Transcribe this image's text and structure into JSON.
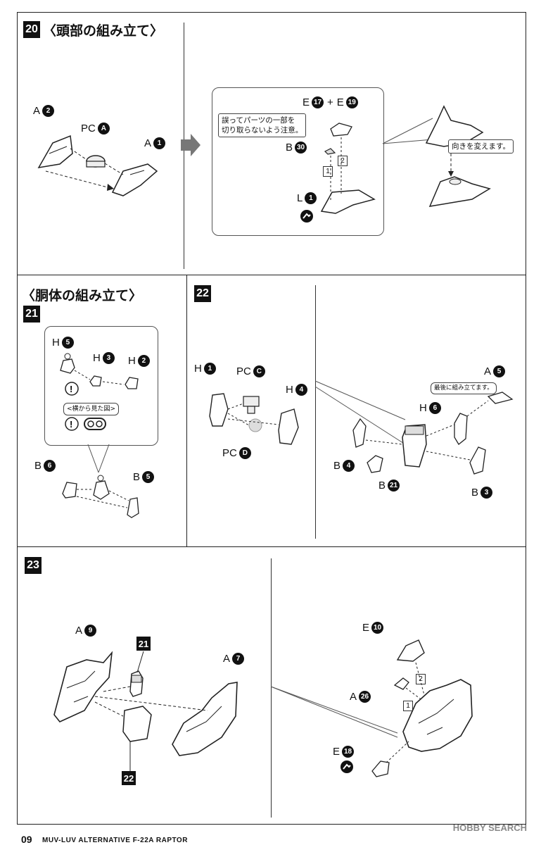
{
  "step20": {
    "number": "20",
    "title": "〈頭部の組み立て〉",
    "labels": {
      "a2_letter": "A",
      "a2_num": "2",
      "pca_letter": "PC",
      "pca_num": "A",
      "a1_letter": "A",
      "a1_num": "1",
      "e17_letter": "E",
      "e17_num": "17",
      "plus": "+",
      "e19_letter": "E",
      "e19_num": "19",
      "b30_letter": "B",
      "b30_num": "30",
      "l1_letter": "L",
      "l1_num": "1"
    },
    "note_careful": "誤ってパーツの一部を\n切り取らないよう注意。",
    "note_turn": "向きを変えます。",
    "seq": [
      "1",
      "2"
    ]
  },
  "torso_heading": "〈胴体の組み立て〉",
  "step21": {
    "number": "21",
    "labels": {
      "h5_letter": "H",
      "h5_num": "5",
      "h3_letter": "H",
      "h3_num": "3",
      "h2_letter": "H",
      "h2_num": "2",
      "b6_letter": "B",
      "b6_num": "6",
      "b5_letter": "B",
      "b5_num": "5"
    },
    "side_view": "<横から見た図>"
  },
  "step22": {
    "number": "22",
    "labels": {
      "h1_letter": "H",
      "h1_num": "1",
      "pcc_letter": "PC",
      "pcc_num": "C",
      "h4_letter": "H",
      "h4_num": "4",
      "pcd_letter": "PC",
      "pcd_num": "D",
      "a5_letter": "A",
      "a5_num": "5",
      "h6_letter": "H",
      "h6_num": "6",
      "b4_letter": "B",
      "b4_num": "4",
      "b21_letter": "B",
      "b21_num": "21",
      "b3_letter": "B",
      "b3_num": "3"
    },
    "note_last": "最後に組み立てます。"
  },
  "step23": {
    "number": "23",
    "labels": {
      "a9_letter": "A",
      "a9_num": "9",
      "ref21": "21",
      "a7_letter": "A",
      "a7_num": "7",
      "ref22": "22",
      "e10_letter": "E",
      "e10_num": "10",
      "a26_letter": "A",
      "a26_num": "26",
      "e18_letter": "E",
      "e18_num": "18"
    },
    "seq": [
      "1",
      "2"
    ]
  },
  "footer": {
    "page": "09",
    "title": "MUV-LUV ALTERNATIVE  F-22A RAPTOR"
  },
  "watermark": "HOBBY SEARCH"
}
